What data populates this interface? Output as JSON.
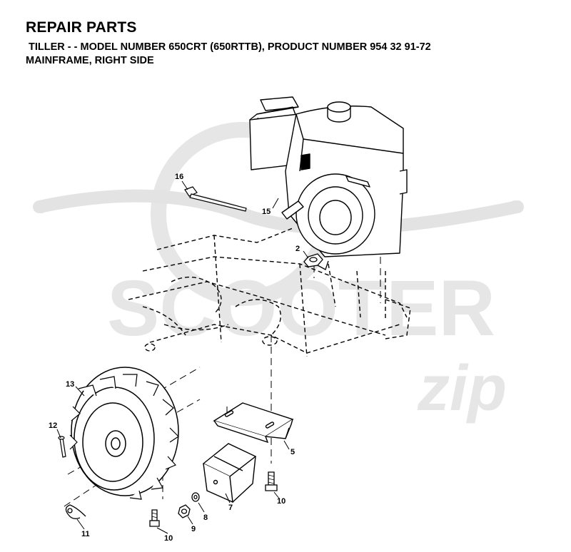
{
  "header": {
    "title": "REPAIR PARTS",
    "subtitle": "TILLER - - MODEL NUMBER 650CRT (650RTTB), PRODUCT NUMBER 954 32 91-72",
    "section": "MAINFRAME, RIGHT SIDE"
  },
  "watermark": {
    "brand": "SCOOTER",
    "script": "zip"
  },
  "callouts": {
    "c16": "16",
    "c15": "15",
    "c2": "2",
    "c13": "13",
    "c12": "12",
    "c5": "5",
    "c10a": "10",
    "c7": "7",
    "c8": "8",
    "c9": "9",
    "c10b": "10",
    "c11": "11"
  },
  "colors": {
    "ink": "#000000",
    "watermark": "#e3e3e3"
  }
}
